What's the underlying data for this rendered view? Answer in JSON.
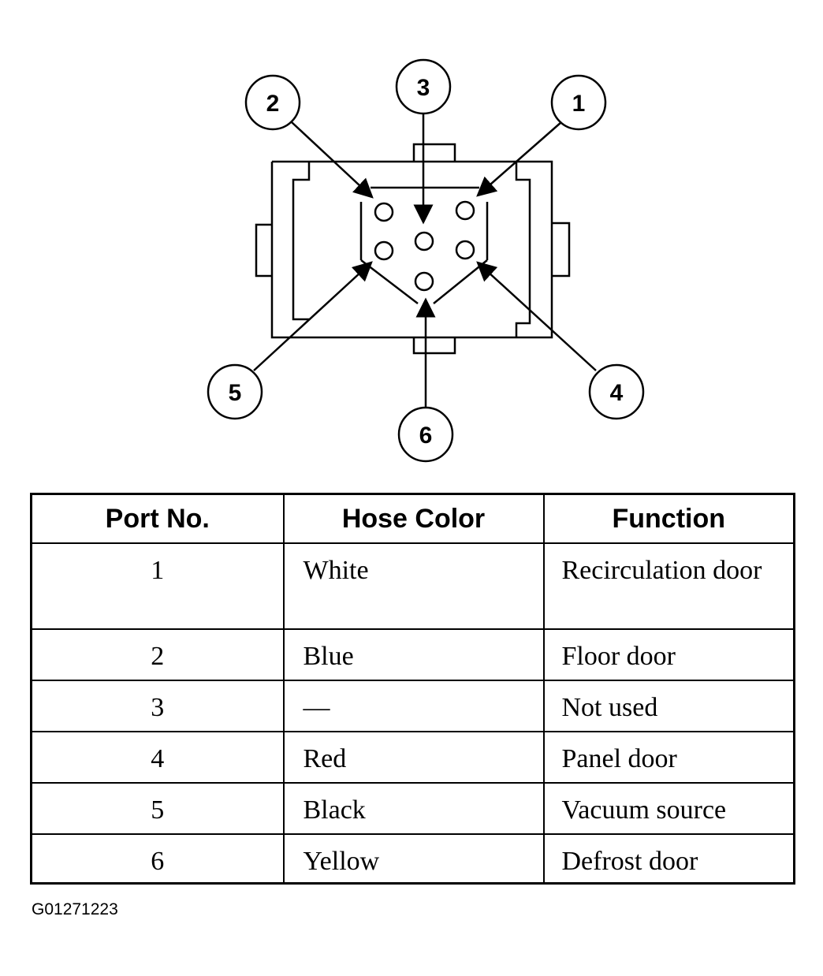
{
  "callouts": [
    "1",
    "2",
    "3",
    "4",
    "5",
    "6"
  ],
  "table": {
    "headers": [
      "Port No.",
      "Hose Color",
      "Function"
    ],
    "rows": [
      {
        "port": "1",
        "color": "White",
        "function": "Recirculation door"
      },
      {
        "port": "2",
        "color": "Blue",
        "function": "Floor door"
      },
      {
        "port": "3",
        "color": "—",
        "function": "Not used"
      },
      {
        "port": "4",
        "color": "Red",
        "function": "Panel door"
      },
      {
        "port": "5",
        "color": "Black",
        "function": "Vacuum source"
      },
      {
        "port": "6",
        "color": "Yellow",
        "function": "Defrost door"
      }
    ]
  },
  "figure_id": "G01271223"
}
